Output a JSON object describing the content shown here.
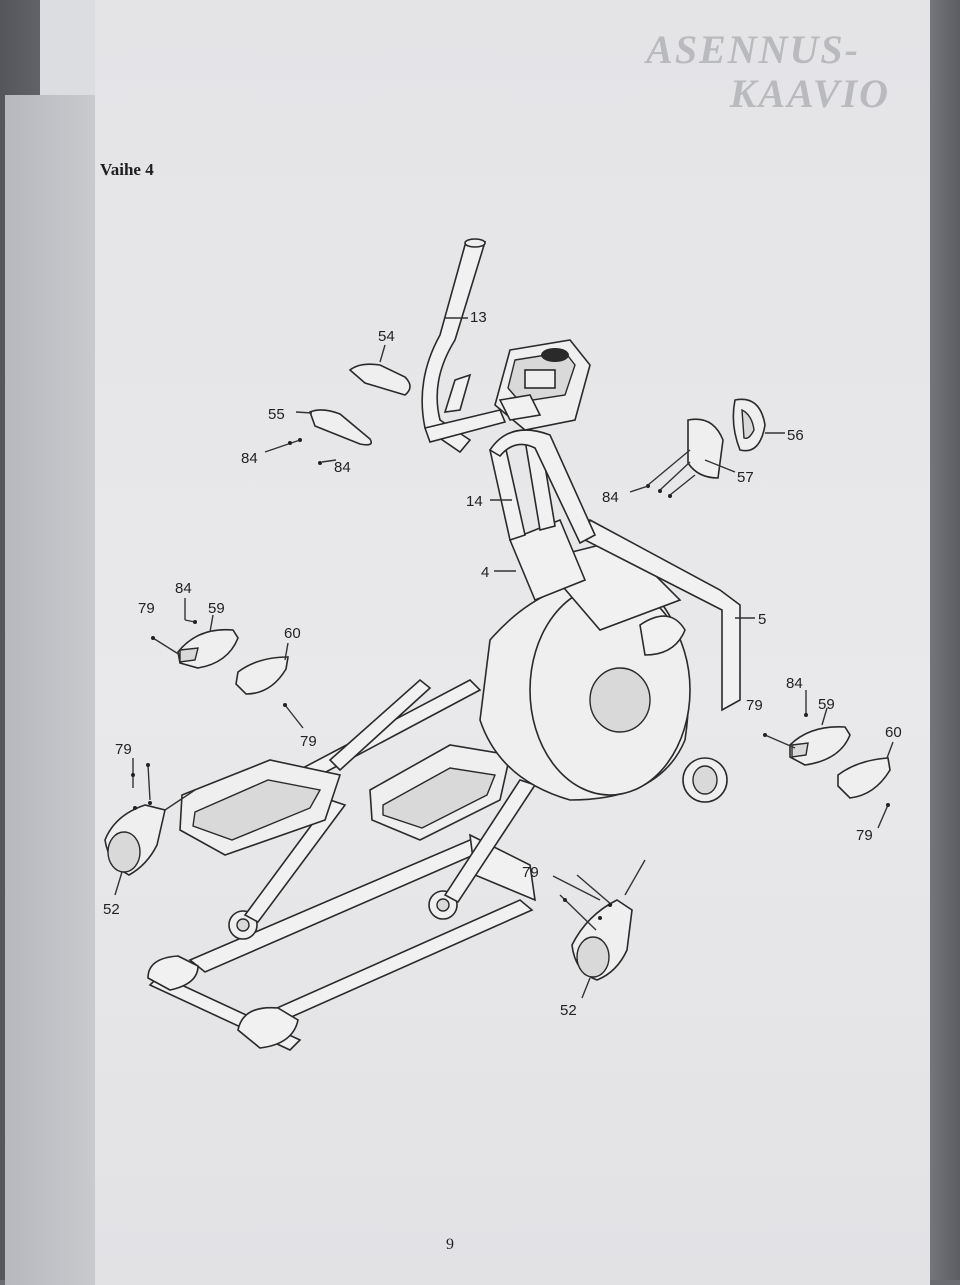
{
  "header": {
    "title_line1": "ASENNUS-",
    "title_line2": "KAAVIO"
  },
  "step_label": "Vaihe 4",
  "page_number": "9",
  "diagram": {
    "part_labels": {
      "p13": "13",
      "p54": "54",
      "p55": "55",
      "p84a": "84",
      "p84b": "84",
      "p56": "56",
      "p57": "57",
      "p84c": "84",
      "p14": "14",
      "p4": "4",
      "p5": "5",
      "p84d": "84",
      "p79a": "79",
      "p59a": "59",
      "p60a": "60",
      "p79b": "79",
      "p79c": "79",
      "p52a": "52",
      "p84e": "84",
      "p79d": "79",
      "p59b": "59",
      "p60b": "60",
      "p79e": "79",
      "p79f": "79",
      "p52b": "52"
    }
  }
}
